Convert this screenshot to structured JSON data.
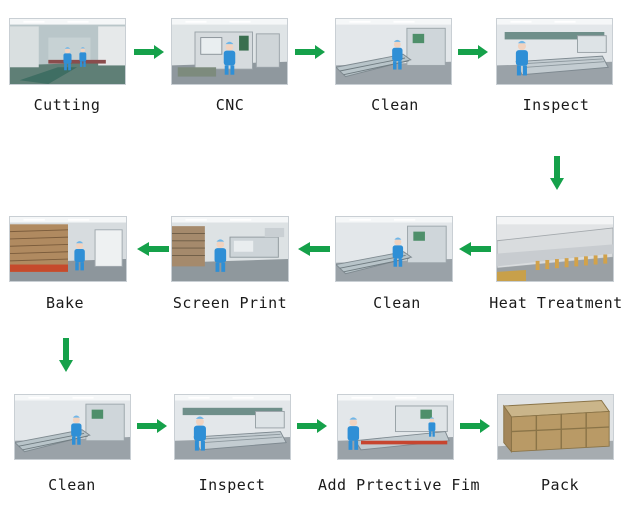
{
  "colors": {
    "arrow": "#15a14a",
    "wall": "#e3e7ea",
    "floor": "#9aa2a8",
    "worker_suit": "#2f8fd6",
    "machine": "#d6dbde",
    "panel": "#3a6f4f"
  },
  "steps": [
    {
      "id": "cutting",
      "label": "Cutting",
      "scene": "factory-hall"
    },
    {
      "id": "cnc",
      "label": "CNC",
      "scene": "cnc-machine"
    },
    {
      "id": "clean-1",
      "label": "Clean",
      "scene": "wash-line"
    },
    {
      "id": "inspect-1",
      "label": "Inspect",
      "scene": "inspection-table"
    },
    {
      "id": "heat-treatment",
      "label": "Heat Treatment",
      "scene": "tempering-furnace"
    },
    {
      "id": "clean-2",
      "label": "Clean",
      "scene": "wash-line"
    },
    {
      "id": "screen-print",
      "label": "Screen Print",
      "scene": "print-station"
    },
    {
      "id": "bake",
      "label": "Bake",
      "scene": "oven-racks"
    },
    {
      "id": "clean-3",
      "label": "Clean",
      "scene": "wash-line"
    },
    {
      "id": "inspect-2",
      "label": "Inspect",
      "scene": "inspection-table"
    },
    {
      "id": "add-protective-film",
      "label": "Add Prtective Fim",
      "scene": "film-line"
    },
    {
      "id": "pack",
      "label": "Pack",
      "scene": "wooden-crate"
    }
  ]
}
